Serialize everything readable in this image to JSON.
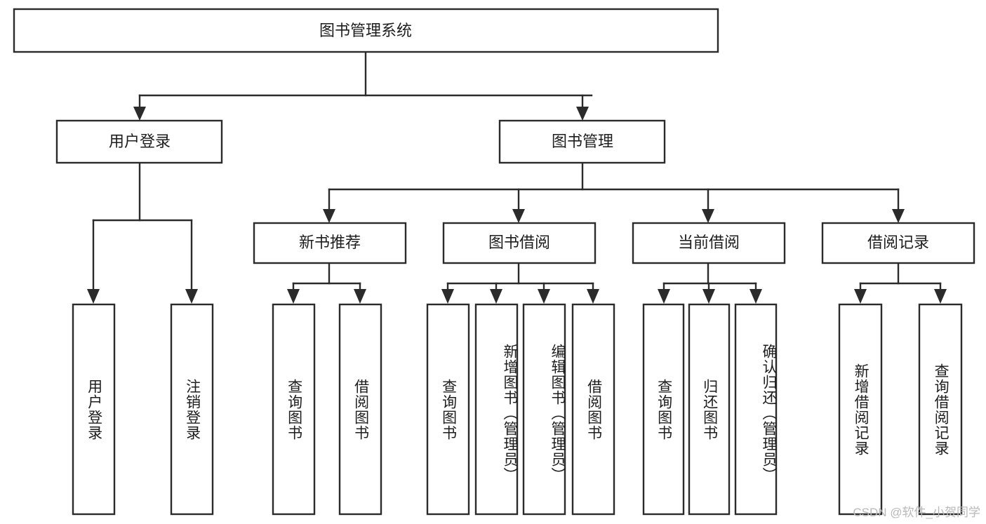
{
  "diagram": {
    "title": "图书管理系统",
    "type": "tree-hierarchy",
    "watermark": "CSDN @软件_小贺同学",
    "colors": {
      "stroke": "#2b2b2b",
      "fill": "#ffffff",
      "text": "#1d1d1d",
      "watermark": "#b9b9b9"
    },
    "root": {
      "label": "图书管理系统"
    },
    "level2": [
      {
        "label": "用户登录"
      },
      {
        "label": "图书管理"
      }
    ],
    "level3": [
      {
        "label": "新书推荐"
      },
      {
        "label": "图书借阅"
      },
      {
        "label": "当前借阅"
      },
      {
        "label": "借阅记录"
      }
    ],
    "leaves": {
      "user_login": [
        {
          "label": "用户登录"
        },
        {
          "label": "注销登录"
        }
      ],
      "new_book": [
        {
          "label": "查询图书"
        },
        {
          "label": "借阅图书"
        }
      ],
      "book_borrow": [
        {
          "label": "查询图书"
        },
        {
          "label": "新增图书（管理员）"
        },
        {
          "label": "编辑图书（管理员）"
        },
        {
          "label": "借阅图书"
        }
      ],
      "current_borrow": [
        {
          "label": "查询图书"
        },
        {
          "label": "归还图书"
        },
        {
          "label": "确认归还（管理员）"
        }
      ],
      "borrow_record": [
        {
          "label": "新增借阅记录"
        },
        {
          "label": "查询借阅记录"
        }
      ]
    }
  }
}
